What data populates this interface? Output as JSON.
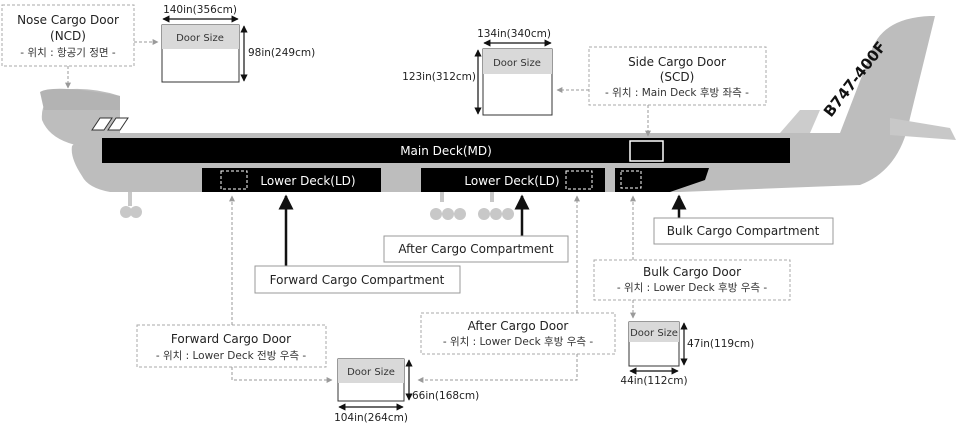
{
  "aircraft": {
    "model": "B747-400F",
    "main_deck_label": "Main Deck(MD)",
    "lower_deck_forward_label": "Lower Deck(LD)",
    "lower_deck_after_label": "Lower Deck(LD)"
  },
  "doors": {
    "nose": {
      "title": "Nose Cargo Door",
      "abbr": "(NCD)",
      "location": "- 위치 : 항공기 정면 -",
      "size_label": "Door Size",
      "width": "140in(356cm)",
      "height": "98in(249cm)"
    },
    "side": {
      "title": "Side Cargo Door",
      "abbr": "(SCD)",
      "location": "- 위치 : Main Deck 후방 좌측 -",
      "size_label": "Door Size",
      "width": "134in(340cm)",
      "height": "123in(312cm)"
    },
    "forward": {
      "title": "Forward Cargo Door",
      "location": "- 위치 : Lower Deck 전방 우측 -"
    },
    "after": {
      "title": "After Cargo Door",
      "location": "- 위치 : Lower Deck 후방 우측 -"
    },
    "shared_lower": {
      "size_label": "Door Size",
      "width": "104in(264cm)",
      "height": "66in(168cm)"
    },
    "bulk": {
      "title": "Bulk Cargo Door",
      "location": "- 위치 : Lower Deck 후방 우측 -",
      "size_label": "Door Size",
      "width": "44in(112cm)",
      "height": "47in(119cm)"
    }
  },
  "compartments": {
    "forward": "Forward Cargo Compartment",
    "after": "After Cargo Compartment",
    "bulk": "Bulk Cargo Compartment"
  }
}
